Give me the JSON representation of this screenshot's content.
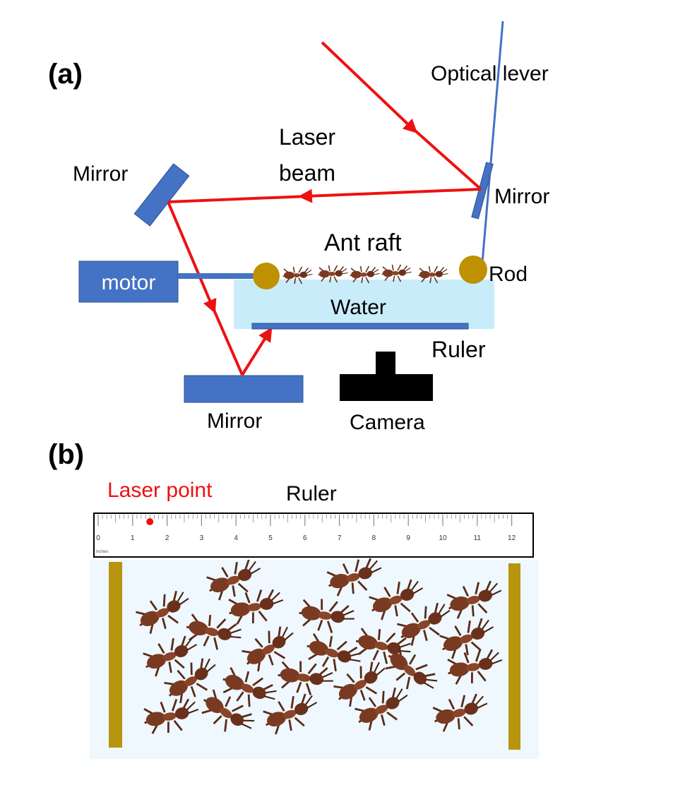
{
  "panel_a": {
    "label": "(a)",
    "optical_lever": "Optical lever",
    "laser_beam_line1": "Laser",
    "laser_beam_line2": "beam",
    "mirror_left": "Mirror",
    "mirror_right": "Mirror",
    "mirror_bottom": "Mirror",
    "ant_raft": "Ant raft",
    "motor": "motor",
    "rod": "Rod",
    "water": "Water",
    "ruler": "Ruler",
    "camera": "Camera"
  },
  "panel_b": {
    "label": "(b)",
    "laser_point": "Laser point",
    "ruler": "Ruler",
    "ruler_ticks": [
      "0",
      "1",
      "2",
      "3",
      "4",
      "5",
      "6",
      "7",
      "8",
      "9",
      "10",
      "11",
      "12"
    ],
    "ruler_unit": "inches",
    "laser_point_position": 1.5
  },
  "colors": {
    "laser": "#ee1111",
    "component_blue": "#4472c4",
    "rod_gold": "#bf9000",
    "water": "#c9ecfa",
    "rod_bar": "#b8940f",
    "ant": "#7a3a22"
  }
}
